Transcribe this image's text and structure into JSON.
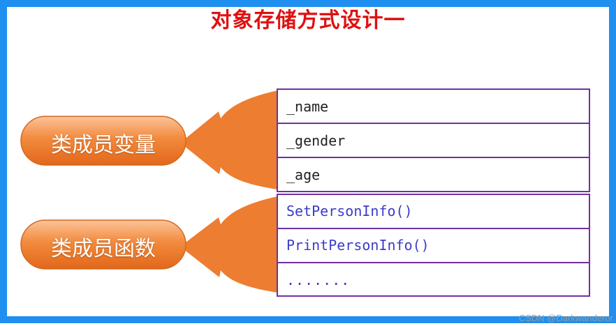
{
  "title": "对象存储方式设计一",
  "groups": [
    {
      "label": "类成员变量"
    },
    {
      "label": "类成员函数"
    }
  ],
  "rows": [
    {
      "text": "_name",
      "kind": "variable"
    },
    {
      "text": "_gender",
      "kind": "variable"
    },
    {
      "text": "_age",
      "kind": "variable"
    },
    {
      "text": "SetPersonInfo()",
      "kind": "function"
    },
    {
      "text": "PrintPersonInfo()",
      "kind": "function"
    },
    {
      "text": ".......",
      "kind": "ellipsis"
    }
  ],
  "watermark": "CSDN @Darkwanderor",
  "colors": {
    "frame": "#1f8ff0",
    "title": "#e01010",
    "arrow": "#ed7d31",
    "pill": "#f2883a",
    "table_border": "#7030a0",
    "variable_text": "#222222",
    "function_text": "#3c3cc8"
  }
}
